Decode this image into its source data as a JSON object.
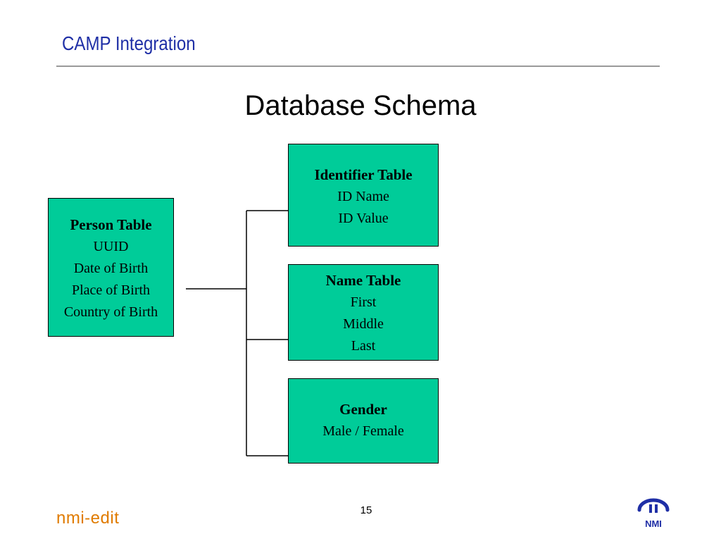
{
  "header": {
    "title": "CAMP Integration"
  },
  "slide": {
    "title": "Database Schema"
  },
  "tables": {
    "person": {
      "title": "Person Table",
      "fields": [
        "UUID",
        "Date of Birth",
        "Place of Birth",
        "Country of Birth"
      ]
    },
    "identifier": {
      "title": "Identifier Table",
      "fields": [
        "ID Name",
        "ID Value"
      ]
    },
    "name": {
      "title": "Name Table",
      "fields": [
        "First",
        "Middle",
        "Last"
      ]
    },
    "gender": {
      "title": "Gender",
      "fields": [
        "Male / Female"
      ]
    }
  },
  "footer": {
    "brand": "nmi-edit",
    "page_number": "15",
    "logo_text": "NMI"
  },
  "colors": {
    "box_fill": "#00cc99",
    "header_blue": "#1f2fa6",
    "brand_orange": "#e07b00"
  }
}
